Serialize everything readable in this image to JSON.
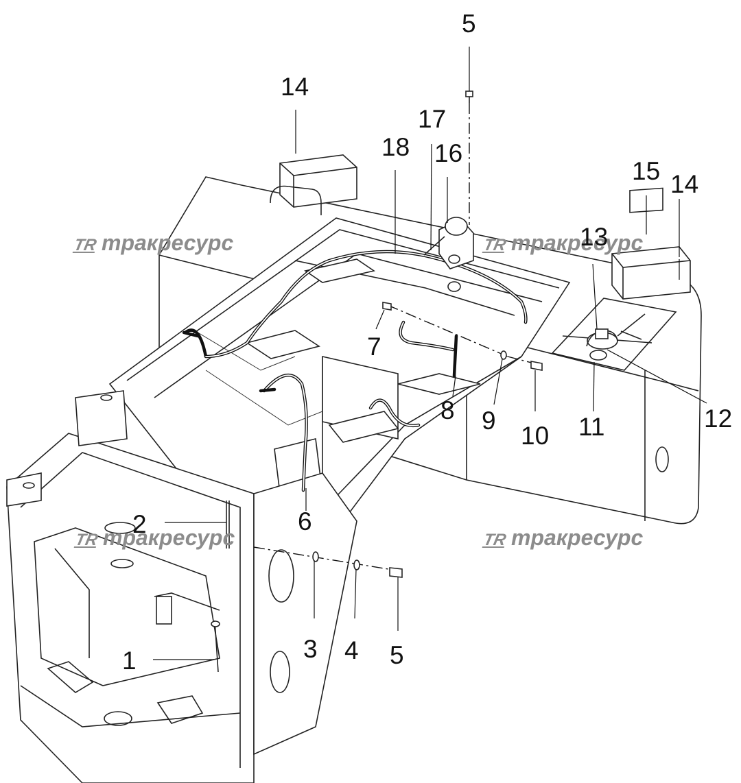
{
  "callouts": {
    "c1": "1",
    "c2": "2",
    "c3": "3",
    "c4": "4",
    "c5_top": "5",
    "c5_bottom": "5",
    "c6": "6",
    "c7": "7",
    "c8": "8",
    "c9": "9",
    "c10": "10",
    "c11": "11",
    "c12": "12",
    "c13": "13",
    "c14_left": "14",
    "c14_right": "14",
    "c15": "15",
    "c16": "16",
    "c17": "17",
    "c18": "18"
  },
  "watermarks": {
    "logo": "TR",
    "text": "тракресурс"
  }
}
